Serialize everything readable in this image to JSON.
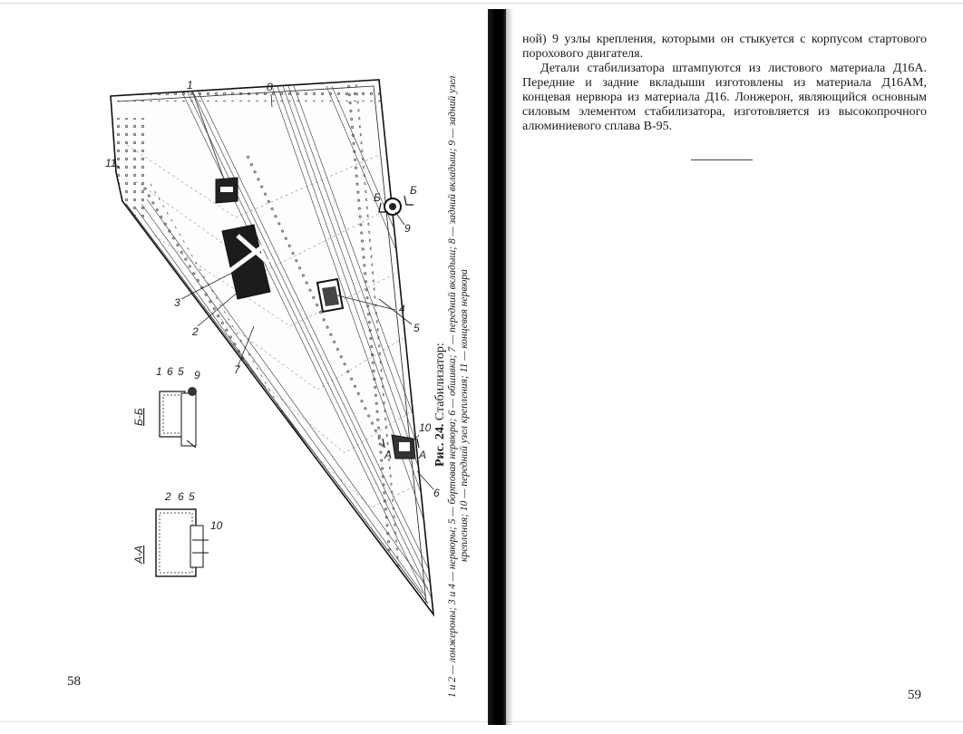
{
  "page_left": {
    "number": "58",
    "figure": {
      "callouts": [
        "1",
        "2",
        "3",
        "4",
        "5",
        "6",
        "7",
        "8",
        "9",
        "10",
        "11"
      ],
      "section_labels": [
        "Б",
        "Б",
        "А",
        "А"
      ],
      "section_views": [
        {
          "title": "Б-Б",
          "labels": [
            "1",
            "6",
            "5",
            "9"
          ]
        },
        {
          "title": "А-А",
          "labels": [
            "2",
            "6",
            "5",
            "10"
          ]
        }
      ]
    }
  },
  "caption": {
    "prefix": "Рис. 24.",
    "title": "Стабилизатор:",
    "line1": "1 и 2 — лонжероны;  3 и 4 — нервюры;  5 — бортовая нервюра;  6 — обшивка;  7 — передний вкладыш;  8 — задний вкладыш;  9 — задний узел",
    "line2": "крепления;  10 — передний узел крепления;  11 — концевая нервюра"
  },
  "page_right": {
    "number": "59",
    "para1": "ной) 9 узлы крепления, которыми он стыкуется с корпусом стартового порохового двигателя.",
    "para2": "Детали стабилизатора штампуются из листового материала Д16А. Передние и задние вкладыши изготовлены из материала Д16АМ, концевая нервюра из материала Д16. Лонжерон, являющийся основным силовым элементом стабилизатора, изготовляется из высокопрочного алюминиевого сплава В-95."
  },
  "colors": {
    "ink": "#1a1a1a",
    "gutter": "#000000",
    "paper": "#ffffff"
  }
}
